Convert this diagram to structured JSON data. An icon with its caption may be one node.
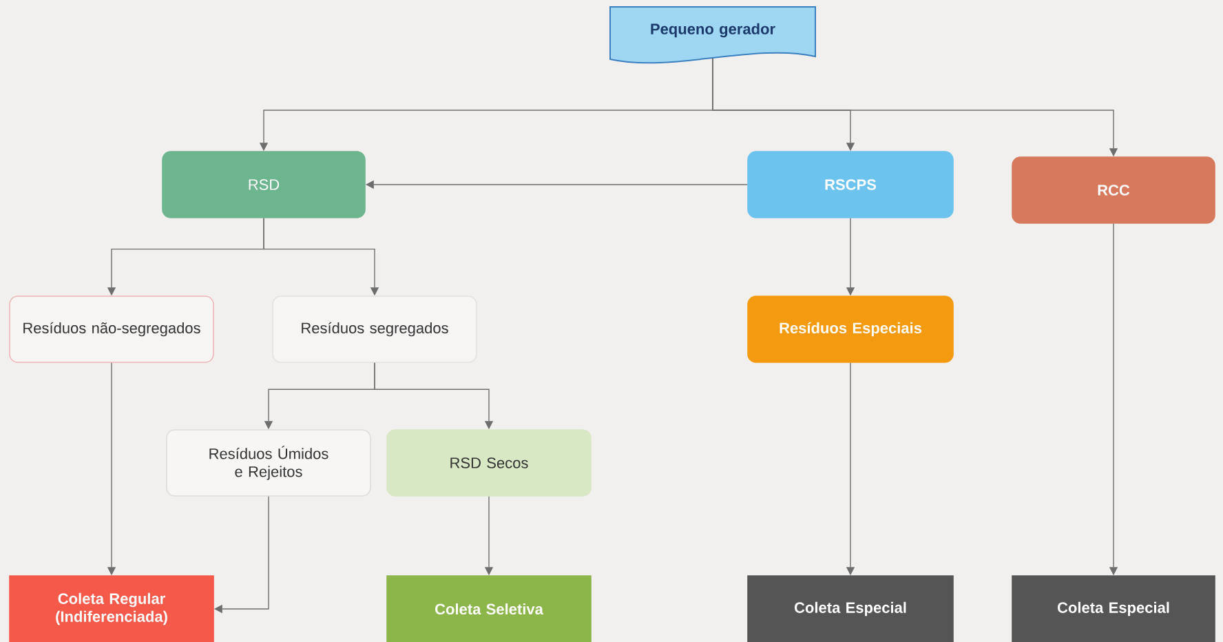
{
  "diagram": {
    "nodes": [
      {
        "text": [
          "Pequeno gerador"
        ]
      },
      {
        "text": [
          "RSD"
        ]
      },
      {
        "text": [
          "RSCPS"
        ]
      },
      {
        "text": [
          "RCC"
        ]
      },
      {
        "text": [
          "Resíduos não-segregados"
        ]
      },
      {
        "text": [
          "Resíduos segregados"
        ]
      },
      {
        "text": [
          "Resíduos Especiais"
        ]
      },
      {
        "text": [
          "Resíduos Úmidos e Rejeitos"
        ]
      },
      {
        "text": [
          "RSD Secos"
        ]
      },
      {
        "text": [
          "Coleta Regular (Indiferenciada)"
        ]
      },
      {
        "text": [
          "Coleta Seletiva"
        ]
      },
      {
        "text": [
          "Coleta Especial"
        ]
      },
      {
        "text": [
          "Coleta Especial"
        ]
      }
    ],
    "edges": [
      {
        "from": 0,
        "to": 1,
        "arrow": "to"
      },
      {
        "from": 0,
        "to": 2,
        "arrow": "to"
      },
      {
        "from": 0,
        "to": 3,
        "arrow": "to"
      },
      {
        "from": 2,
        "to": 1,
        "arrow": "to"
      },
      {
        "from": 1,
        "to": 4,
        "arrow": "to"
      },
      {
        "from": 1,
        "to": 5,
        "arrow": "to"
      },
      {
        "from": 2,
        "to": 6,
        "arrow": "to"
      },
      {
        "from": 5,
        "to": 7,
        "arrow": "to"
      },
      {
        "from": 5,
        "to": 8,
        "arrow": "to"
      },
      {
        "from": 4,
        "to": 9,
        "arrow": "to"
      },
      {
        "from": 7,
        "to": 9,
        "arrow": "to"
      },
      {
        "from": 8,
        "to": 10,
        "arrow": "to"
      },
      {
        "from": 6,
        "to": 11,
        "arrow": "to"
      },
      {
        "from": 3,
        "to": 12,
        "arrow": "to"
      }
    ]
  }
}
